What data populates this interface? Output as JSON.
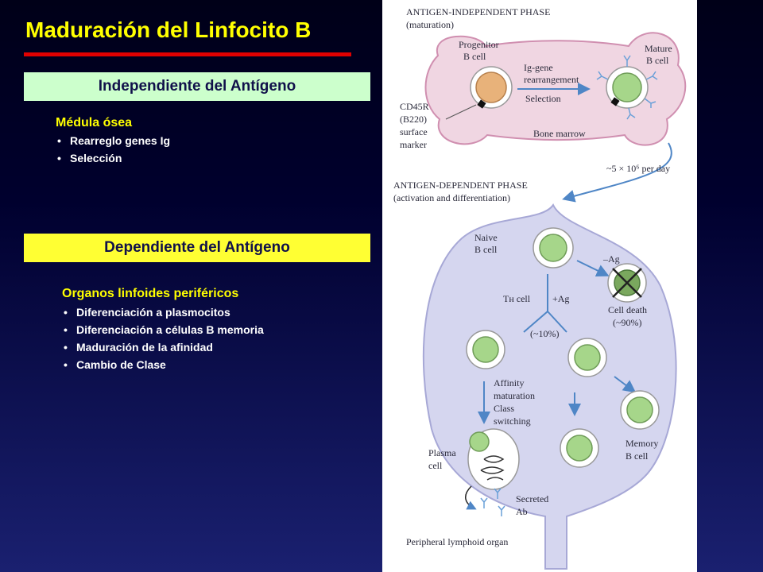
{
  "slide": {
    "title": "Maduración del Linfocito B",
    "independent": {
      "header": "Independiente del Antígeno",
      "subheading": "Médula ósea",
      "bullets": [
        "Rearreglo genes Ig",
        "Selección"
      ]
    },
    "dependent": {
      "header": "Dependiente del Antígeno",
      "subheading": "Organos linfoides periféricos",
      "bullets": [
        "Diferenciación a plasmocitos",
        "Diferenciación a células B memoria",
        "Maduración de la afinidad",
        "Cambio de Clase"
      ]
    }
  },
  "figure": {
    "phase1_title": "ANTIGEN-INDEPENDENT PHASE",
    "phase1_sub": "(maturation)",
    "progenitor_1": "Progenitor",
    "progenitor_2": "B cell",
    "rearr_1": "Ig-gene",
    "rearr_2": "rearrangement",
    "selection": "Selection",
    "mature_1": "Mature",
    "mature_2": "B cell",
    "marker_1": "CD45R",
    "marker_2": "(B220)",
    "marker_3": "surface",
    "marker_4": "marker",
    "bone_marrow": "Bone marrow",
    "per_day": "~5 × 10⁶ per day",
    "phase2_title": "ANTIGEN-DEPENDENT PHASE",
    "phase2_sub": "(activation and differentiation)",
    "naive_1": "Naive",
    "naive_2": "B cell",
    "minus_ag": "–Ag",
    "th_cell": "Tʜ cell",
    "plus_ag": "+Ag",
    "ten_pct": "(~10%)",
    "death_1": "Cell death",
    "death_2": "(~90%)",
    "aff_1": "Affinity",
    "aff_2": "maturation",
    "aff_3": "Class",
    "aff_4": "switching",
    "plasma_1": "Plasma",
    "plasma_2": "cell",
    "memory_1": "Memory",
    "memory_2": "B cell",
    "secreted_1": "Secreted",
    "secreted_2": "Ab",
    "organ": "Peripheral lymphoid organ",
    "colors": {
      "marrow_fill": "#f0d6e2",
      "organ_fill": "#d5d6ef",
      "cell_green": "#a6d68a",
      "arrow_blue": "#4f86c6",
      "receptor": "#6aa0d8"
    }
  }
}
